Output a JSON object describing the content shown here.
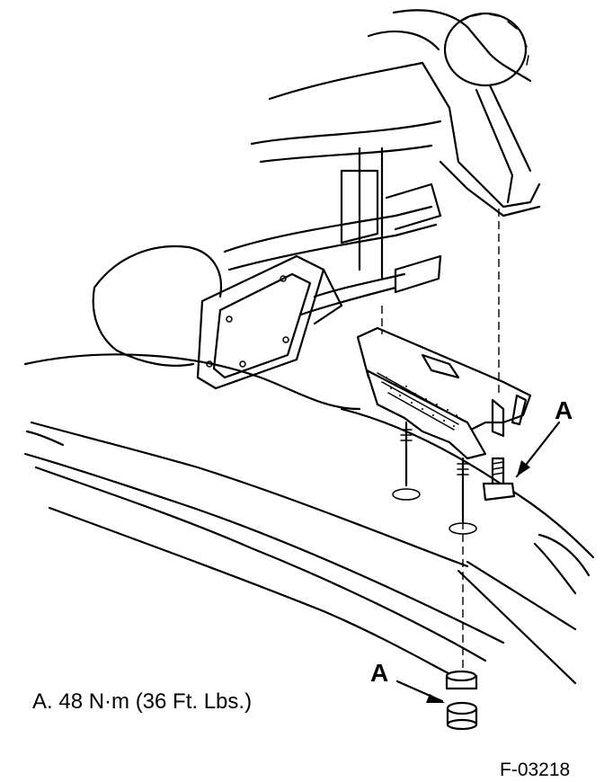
{
  "callouts": {
    "right": "A",
    "left": "A"
  },
  "legend": {
    "text": "A.  48 N·m (36 Ft. Lbs.)"
  },
  "figure_number": "F-03218"
}
